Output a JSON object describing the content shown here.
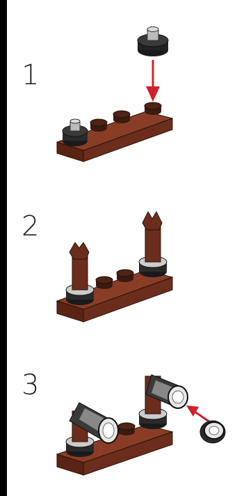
{
  "steps": [
    {
      "number": "1",
      "illustration": "step-1-attach-stud-to-plate"
    },
    {
      "number": "2",
      "illustration": "step-2-two-clip-posts-on-plate"
    },
    {
      "number": "3",
      "illustration": "step-3-attach-lamps-to-clips"
    }
  ],
  "colors": {
    "border": "#000000",
    "background": "#ffffff",
    "brick_brown": "#6b2e1c",
    "brick_brown_light": "#8a3d26",
    "dark_gray": "#2b2b2b",
    "arrow_red": "#d21f2a"
  }
}
